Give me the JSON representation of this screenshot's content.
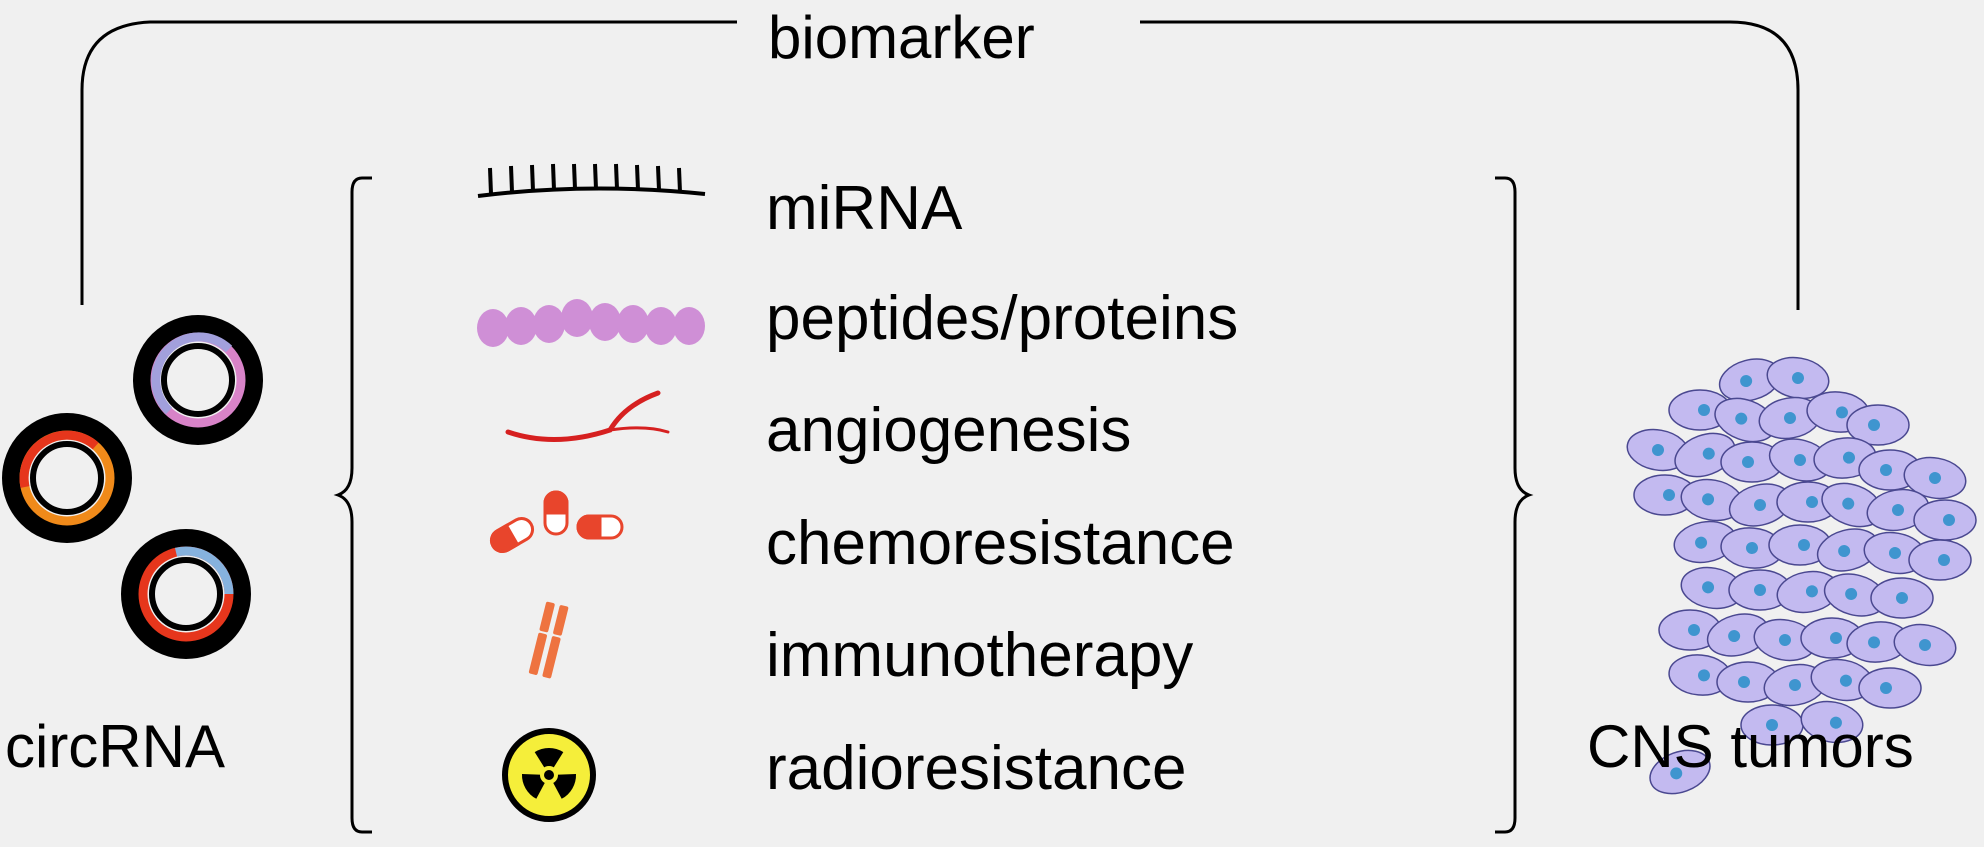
{
  "title": "biomarker",
  "left_label": "circRNA",
  "right_label": "CNS tumors",
  "items": [
    {
      "label": "miRNA",
      "icon": "mirna-icon"
    },
    {
      "label": "peptides/proteins",
      "icon": "peptide-chain-icon"
    },
    {
      "label": "angiogenesis",
      "icon": "blood-vessel-icon"
    },
    {
      "label": "chemoresistance",
      "icon": "pills-icon"
    },
    {
      "label": "immunotherapy",
      "icon": "antibody-icon"
    },
    {
      "label": "radioresistance",
      "icon": "radiation-icon"
    }
  ],
  "colors": {
    "background": "#f0f0f0",
    "peptide": "#cf8fd6",
    "vessel": "#d62020",
    "pill": "#e8452c",
    "antibody": "#ee7340",
    "radiation_yellow": "#f5ee3a",
    "cell_body": "#c3baf0",
    "cell_nucleus": "#3f95cf",
    "ring_orange": "#f08a1a",
    "ring_red": "#e6361c",
    "ring_pink": "#d883c8",
    "ring_lavender": "#a2a0dc",
    "ring_blue": "#86b2de"
  }
}
